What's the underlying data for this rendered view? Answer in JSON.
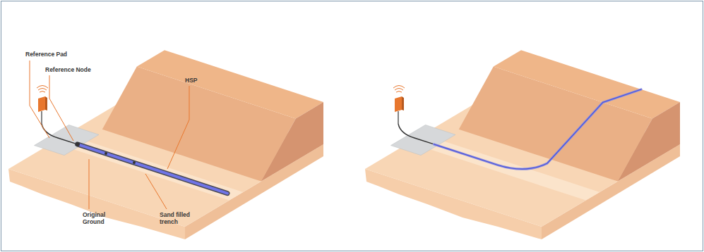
{
  "diagram": {
    "labels": [
      "Reference Pad",
      "Reference Node",
      "HSP",
      "Original Ground",
      "Sand filled trench"
    ]
  }
}
